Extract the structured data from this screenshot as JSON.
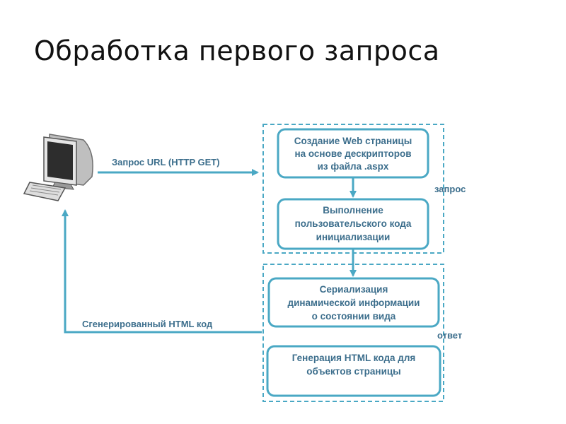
{
  "title": "Обработка первого запроса",
  "colors": {
    "accent": "#4aa8c4",
    "text": "#3c6e8c"
  },
  "flow": {
    "request_label": "Запрос URL (HTTP GET)",
    "response_label": "Сгенерированный HTML код",
    "request_group_label": "запрос",
    "response_group_label": "ответ"
  },
  "steps": [
    {
      "lines": [
        "Создание Web страницы",
        "на основе дескрипторов",
        "из файла .aspx"
      ]
    },
    {
      "lines": [
        "Выполнение",
        "пользовательского кода",
        "инициализации"
      ]
    },
    {
      "lines": [
        "Сериализация",
        "динамической информации",
        "о состоянии вида"
      ]
    },
    {
      "lines": [
        "Генерация HTML кода для",
        "объектов страницы"
      ]
    }
  ],
  "icons": {
    "client": "computer-icon"
  }
}
